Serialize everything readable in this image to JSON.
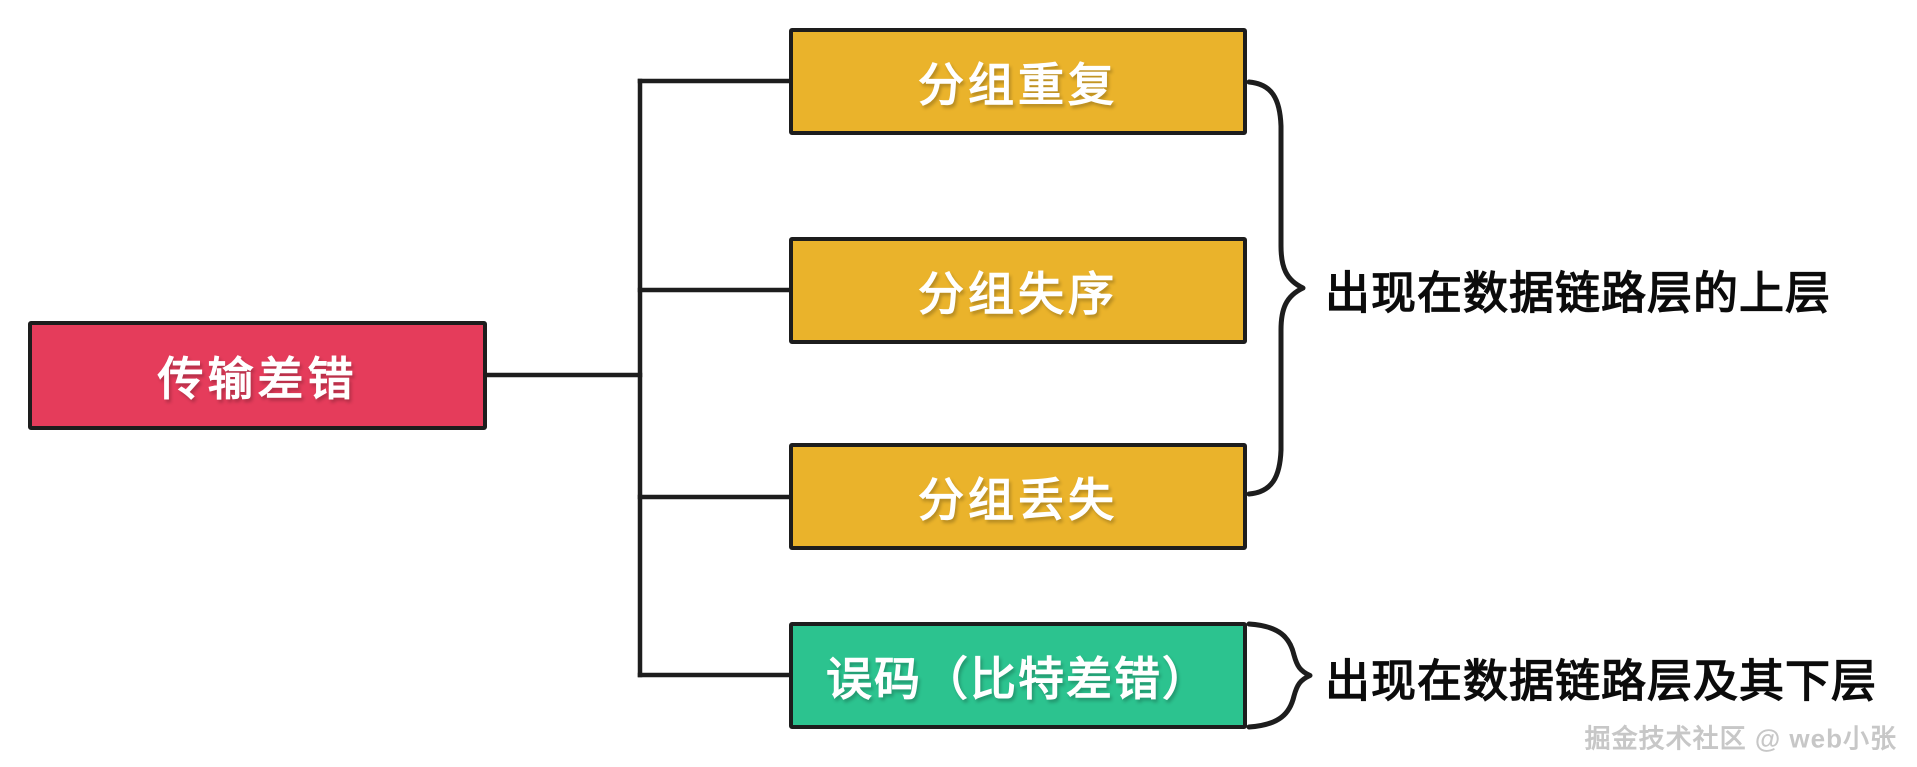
{
  "diagram": {
    "title_hint": "transmission-error-types-tree",
    "root": {
      "label": "传输差错",
      "color": "#e53c5b"
    },
    "children": [
      {
        "label": "分组重复",
        "color": "#eab32b"
      },
      {
        "label": "分组失序",
        "color": "#eab32b"
      },
      {
        "label": "分组丢失",
        "color": "#eab32b"
      },
      {
        "label": "误码（比特差错）",
        "color": "#2cc38f"
      }
    ],
    "annotations": [
      {
        "label": "出现在数据链路层的上层"
      },
      {
        "label": "出现在数据链路层及其下层"
      }
    ],
    "line_color": "#1d1d1d",
    "annotation_text_color": "#0b0b0b",
    "node_text_color": "#ffffff",
    "background_color": "#ffffff"
  },
  "watermark": {
    "text": "掘金技术社区 @ web小张",
    "color": "#c7c7c7"
  }
}
